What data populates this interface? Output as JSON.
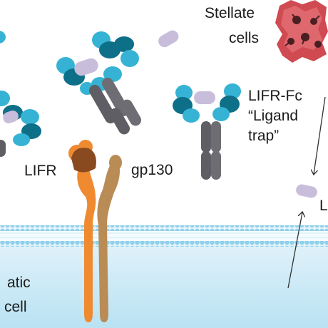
{
  "labels": {
    "stellate_line1": "Stellate",
    "stellate_line2": "cells",
    "lifr_fc_line1": "LIFR-Fc",
    "lifr_fc_line2": "“Ligand",
    "lifr_fc_line3": "trap”",
    "lifr": "LIFR",
    "gp130": "gp130",
    "lif_partial": "L",
    "cell_line1": "atic",
    "cell_line2": "cell"
  },
  "colors": {
    "membrane_head": "#8fd0ea",
    "membrane_fill": "#dff1f9",
    "receptor_cyan": "#36b3d4",
    "receptor_teal": "#0e6f88",
    "fc_gray": "#5e5e64",
    "ligand": "#c8bddb",
    "lifr_orange": "#ef8a31",
    "lifr_brown": "#8a4a20",
    "gp130_tan": "#b98b55",
    "stellate_red": "#d04a52",
    "stellate_dark": "#4a1f22",
    "arrow": "#333333"
  }
}
